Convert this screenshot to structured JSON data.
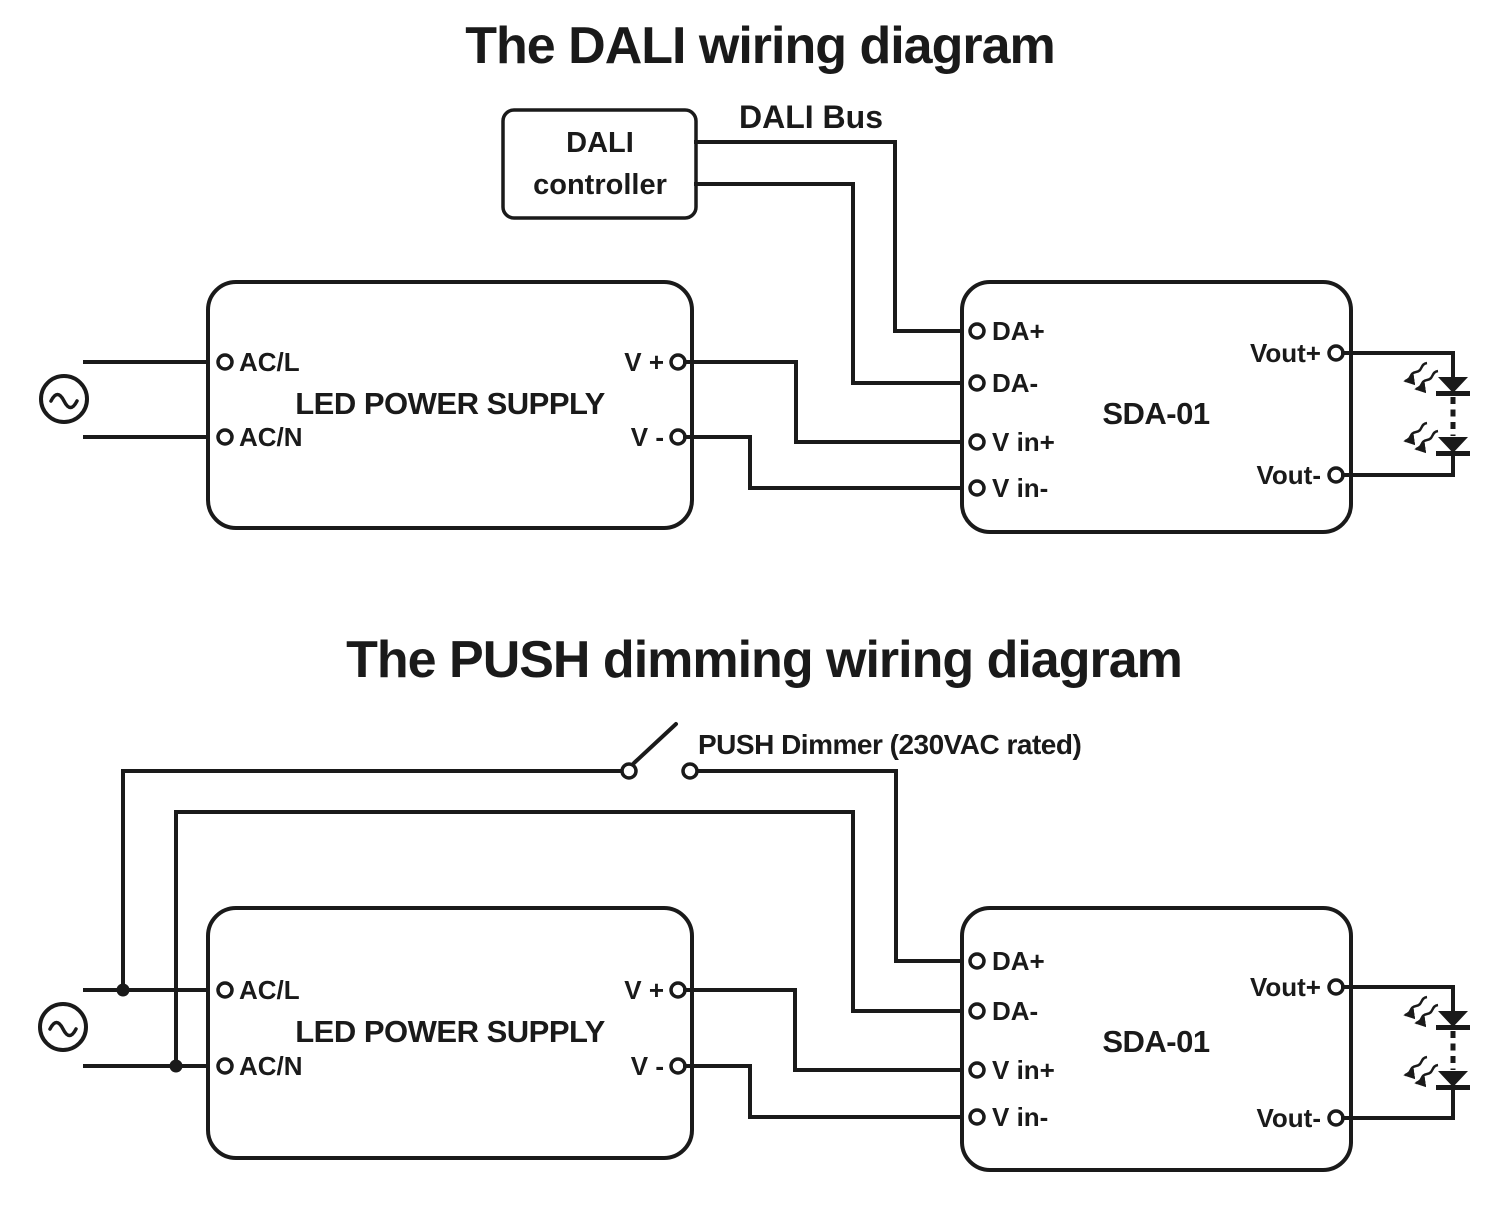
{
  "colors": {
    "ink": "#1a1a1a",
    "background": "#ffffff"
  },
  "dali_diagram": {
    "title": "The DALI wiring diagram",
    "controller_line1": "DALI",
    "controller_line2": "controller",
    "bus_label": "DALI Bus",
    "power_supply_label": "LED POWER SUPPLY",
    "ac_live": "AC/L",
    "ac_neutral": "AC/N",
    "v_plus": "V +",
    "v_minus": "V -",
    "device_label": "SDA-01",
    "da_plus": "DA+",
    "da_minus": "DA-",
    "vin_plus": "V in+",
    "vin_minus": "V in-",
    "vout_plus": "Vout+",
    "vout_minus": "Vout-"
  },
  "push_diagram": {
    "title": "The PUSH dimming wiring diagram",
    "dimmer_label": "PUSH Dimmer (230VAC rated)",
    "power_supply_label": "LED POWER SUPPLY",
    "ac_live": "AC/L",
    "ac_neutral": "AC/N",
    "v_plus": "V +",
    "v_minus": "V -",
    "device_label": "SDA-01",
    "da_plus": "DA+",
    "da_minus": "DA-",
    "vin_plus": "V in+",
    "vin_minus": "V in-",
    "vout_plus": "Vout+",
    "vout_minus": "Vout-"
  }
}
